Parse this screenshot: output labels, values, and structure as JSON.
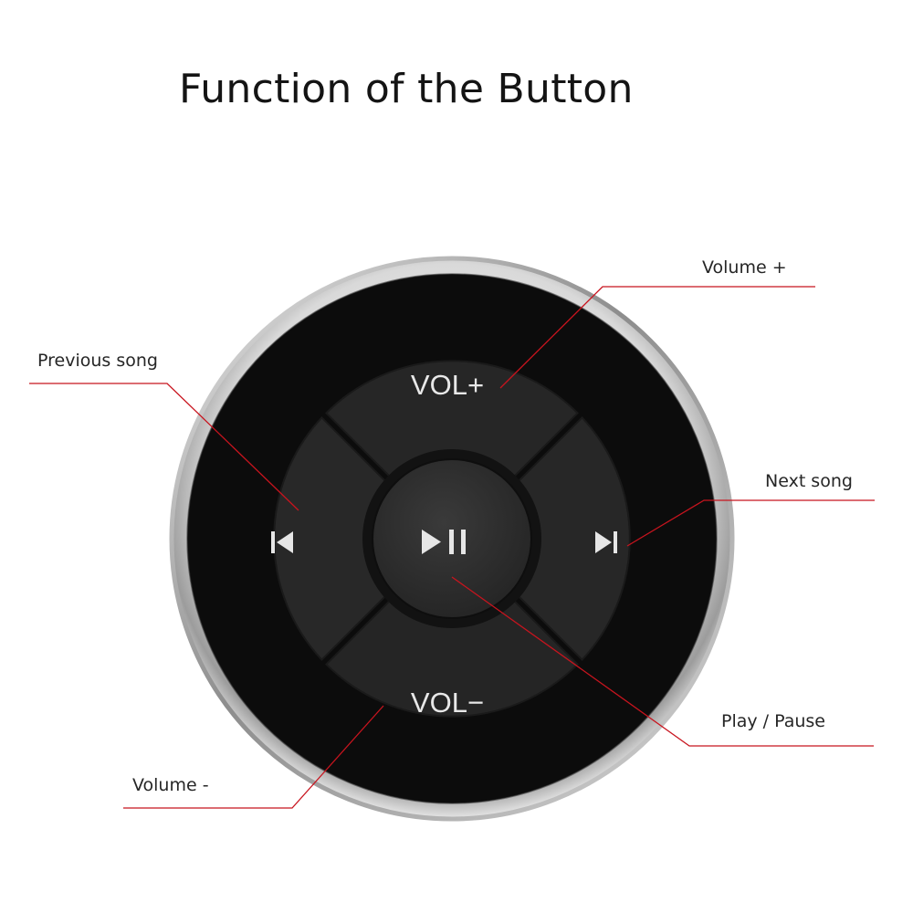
{
  "title": "Function of the Button",
  "device": {
    "button_labels": {
      "vol_up": "VOL+",
      "vol_down": "VOL−"
    },
    "icons": {
      "center": "play-pause-icon",
      "left": "previous-track-icon",
      "right": "next-track-icon"
    }
  },
  "callouts": {
    "volume_up": "Volume +",
    "previous_song": "Previous song",
    "next_song": "Next song",
    "play_pause": "Play / Pause",
    "volume_down": "Volume -"
  },
  "colors": {
    "callout_line": "#c8141e",
    "button_body": "#2a2a2a",
    "button_ring": "#111111",
    "bezel": "#c9c9c9",
    "button_text": "#e8e8e8"
  }
}
